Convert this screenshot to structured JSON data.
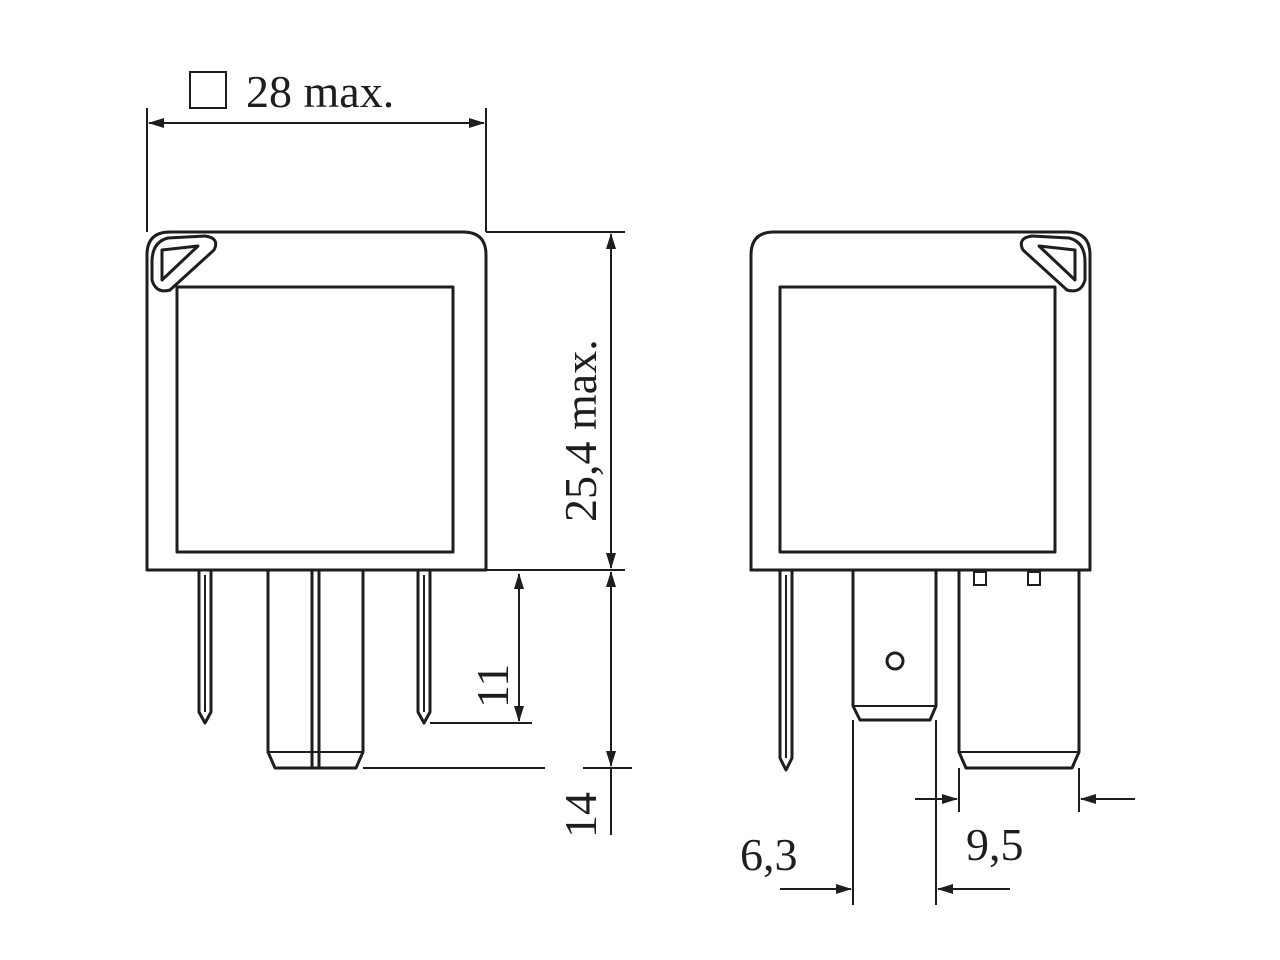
{
  "diagram": {
    "type": "relay-dimension-drawing",
    "dimensions": {
      "width": "28 max.",
      "height": "25,4 max.",
      "pin_length_short": "11",
      "pin_length_long": "14",
      "tab_width": "6,3",
      "tab_width_wide": "9,5"
    },
    "symbols": {
      "square": "square-symbol"
    },
    "colors": {
      "line": "#1e1e1e",
      "background": "#ffffff"
    }
  }
}
